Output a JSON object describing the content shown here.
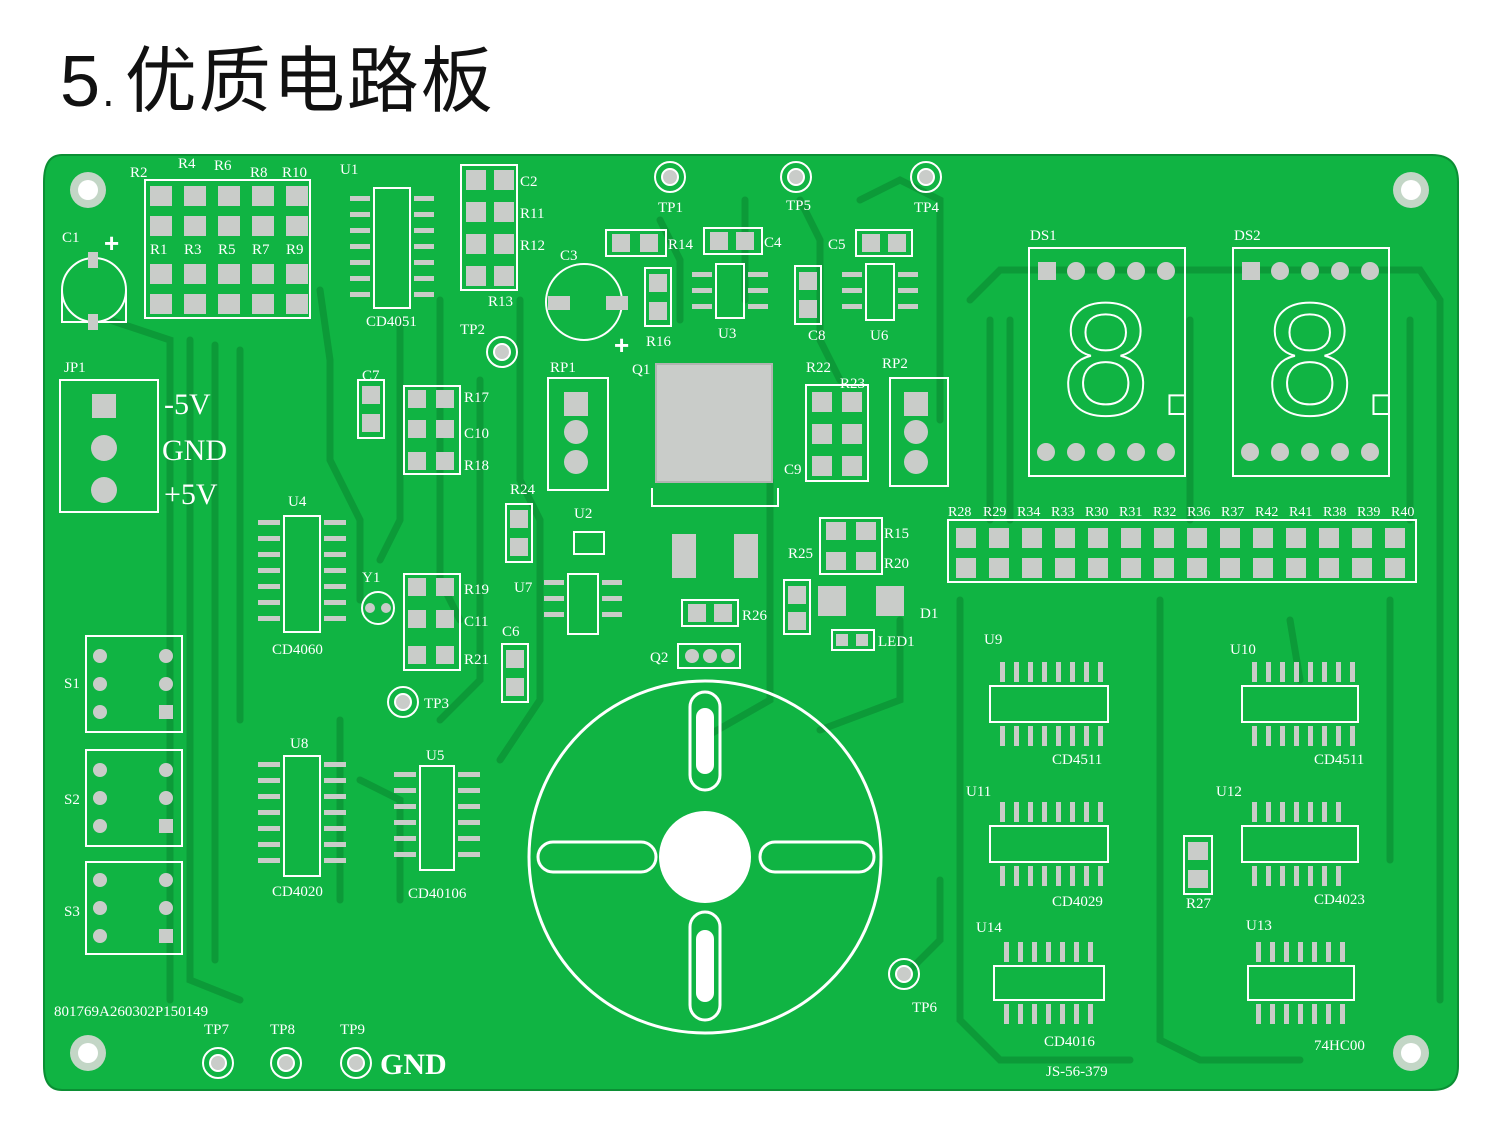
{
  "heading": {
    "number": "5",
    "separator": ".",
    "text": "优质电路板"
  },
  "board": {
    "color": "#10b443",
    "trace_color": "#0c9a38",
    "pad_color": "#c9ccc9",
    "silk_color": "#ffffff",
    "serial": "801769A260302P150149",
    "model": "JS-56-379",
    "gnd_label": "GND",
    "power": {
      "ref": "JP1",
      "labels": [
        "-5V",
        "GND",
        "+5V"
      ]
    },
    "displays": [
      {
        "ref": "DS1",
        "digit": "8."
      },
      {
        "ref": "DS2",
        "digit": "8."
      }
    ],
    "resistor_row": [
      "R28",
      "R29",
      "R34",
      "R33",
      "R30",
      "R31",
      "R32",
      "R36",
      "R37",
      "R42",
      "R41",
      "R38",
      "R39",
      "R40"
    ],
    "chips": [
      {
        "ref": "U1",
        "part": "CD4051"
      },
      {
        "ref": "U4",
        "part": "CD4060"
      },
      {
        "ref": "U8",
        "part": "CD4020"
      },
      {
        "ref": "U5",
        "part": "CD40106"
      },
      {
        "ref": "U9",
        "part": "CD4511"
      },
      {
        "ref": "U10",
        "part": "CD4511"
      },
      {
        "ref": "U11",
        "part": "CD4029"
      },
      {
        "ref": "U12",
        "part": "CD4023"
      },
      {
        "ref": "U14",
        "part": "CD4016"
      },
      {
        "ref": "U13",
        "part": "74HC00"
      }
    ],
    "labels": {
      "r2": "R2",
      "r4": "R4",
      "r6": "R6",
      "r8": "R8",
      "r10": "R10",
      "u1": "U1",
      "r1": "R1",
      "r3": "R3",
      "r5": "R5",
      "r7": "R7",
      "r9": "R9",
      "c1": "C1",
      "c2": "C2",
      "r11": "R11",
      "r12": "R12",
      "r13": "R13",
      "tp1": "TP1",
      "tp2": "TP2",
      "tp3": "TP3",
      "tp4": "TP4",
      "tp5": "TP5",
      "tp6": "TP6",
      "tp7": "TP7",
      "tp8": "TP8",
      "tp9": "TP9",
      "r14": "R14",
      "c4": "C4",
      "c5": "C5",
      "c3": "C3",
      "r16": "R16",
      "u3": "U3",
      "c8": "C8",
      "u6": "U6",
      "rp1": "RP1",
      "q1": "Q1",
      "r22": "R22",
      "r23": "R23",
      "rp2": "RP2",
      "c9": "C9",
      "c7": "C7",
      "r17": "R17",
      "c10": "C10",
      "r18": "R18",
      "r24": "R24",
      "u2": "U2",
      "y1": "Y1",
      "r19": "R19",
      "c11": "C11",
      "r21": "R21",
      "c6": "C6",
      "u7": "U7",
      "r15": "R15",
      "r20": "R20",
      "r25": "R25",
      "d1": "D1",
      "r26": "R26",
      "q2": "Q2",
      "led1": "LED1",
      "r27": "R27",
      "s1": "S1",
      "s2": "S2",
      "s3": "S3"
    }
  }
}
